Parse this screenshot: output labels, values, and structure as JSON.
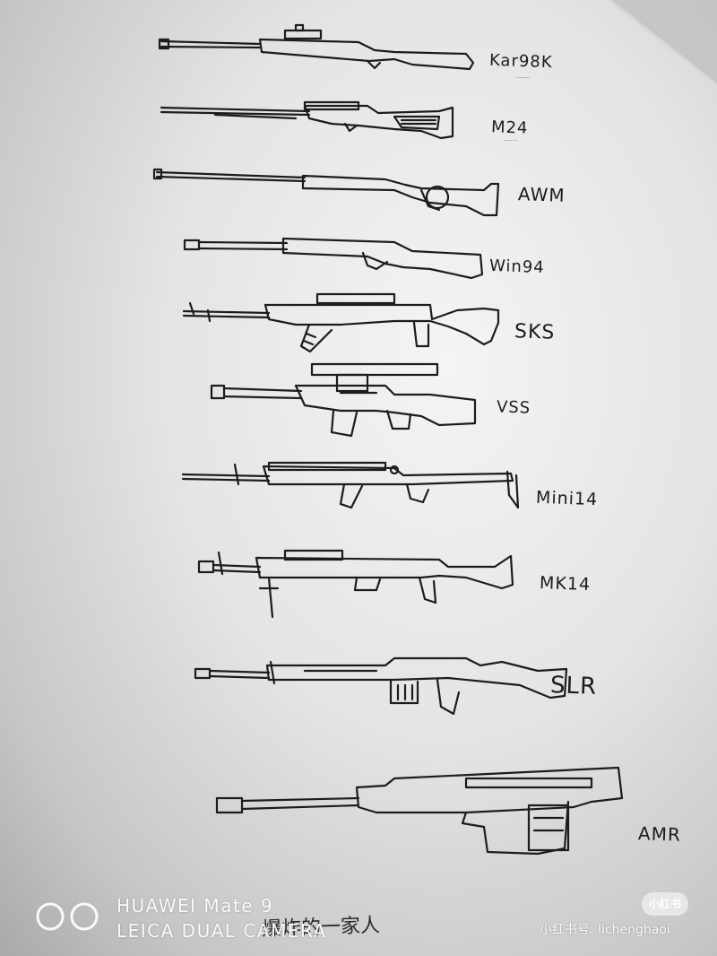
{
  "gun_labels": [
    {
      "id": "kar98k",
      "text": "Kar98K",
      "sub": "........"
    },
    {
      "id": "m24",
      "text": "M24",
      "sub": "........"
    },
    {
      "id": "awm",
      "text": "AWM"
    },
    {
      "id": "win94",
      "text": "Win94"
    },
    {
      "id": "sks",
      "text": "SKS"
    },
    {
      "id": "vss",
      "text": "VSS"
    },
    {
      "id": "mini14",
      "text": "Mini14"
    },
    {
      "id": "mk14",
      "text": "MK14"
    },
    {
      "id": "slr",
      "text": "SLR"
    },
    {
      "id": "amr",
      "text": "AMR"
    }
  ],
  "watermark": {
    "brand_line": "HUAWEI Mate 9",
    "camera_line": "LEICA DUAL CAMERA",
    "icon": "leica-dual-lens-circles-icon"
  },
  "signature": "爆炸的一家人",
  "xiaohongshu": {
    "badge": "小红书",
    "account": "小红书号: lichenghaoi"
  },
  "colors": {
    "ink": "#1c1c1c",
    "watermark": "#fafafa",
    "paper": "#e4e4e4"
  }
}
